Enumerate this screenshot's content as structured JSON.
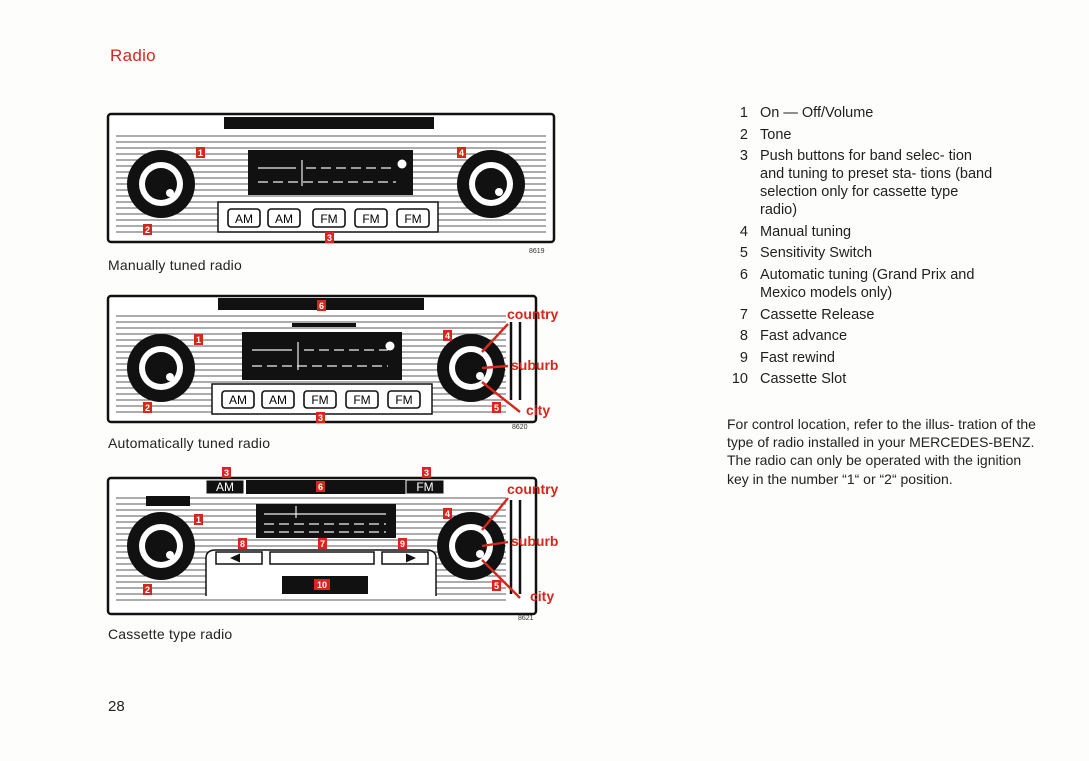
{
  "page": {
    "title": "Radio",
    "page_number": "28"
  },
  "figures": [
    {
      "caption": "Manually tuned radio",
      "figure_number": "8619",
      "buttons": [
        "AM",
        "AM",
        "FM",
        "FM",
        "FM"
      ]
    },
    {
      "caption": "Automatically tuned radio",
      "figure_number": "8620",
      "buttons": [
        "AM",
        "AM",
        "FM",
        "FM",
        "FM"
      ],
      "switch_labels": [
        "country",
        "suburb",
        "city"
      ]
    },
    {
      "caption": "Cassette type radio",
      "figure_number": "8621",
      "band_buttons": [
        "AM",
        "FM"
      ],
      "switch_labels": [
        "country",
        "suburb",
        "city"
      ]
    }
  ],
  "legend": [
    {
      "num": "1",
      "text": "On — Off/Volume"
    },
    {
      "num": "2",
      "text": "Tone"
    },
    {
      "num": "3",
      "text": "Push buttons for band selec- tion and tuning to preset sta- tions (band selection only for cassette type radio)"
    },
    {
      "num": "4",
      "text": "Manual tuning"
    },
    {
      "num": "5",
      "text": "Sensitivity Switch"
    },
    {
      "num": "6",
      "text": "Automatic tuning (Grand Prix and Mexico models only)"
    },
    {
      "num": "7",
      "text": "Cassette Release"
    },
    {
      "num": "8",
      "text": "Fast advance"
    },
    {
      "num": "9",
      "text": "Fast rewind"
    },
    {
      "num": "10",
      "text": "Cassette Slot"
    }
  ],
  "note": {
    "paragraph1": "For control location, refer to the illus- tration of the type of radio installed in your MERCEDES-BENZ.",
    "paragraph2": "The radio can only be operated with the ignition key in the number “1“ or “2“ position."
  },
  "colors": {
    "accent": "#d4281c",
    "ink": "#1b1b1b"
  }
}
